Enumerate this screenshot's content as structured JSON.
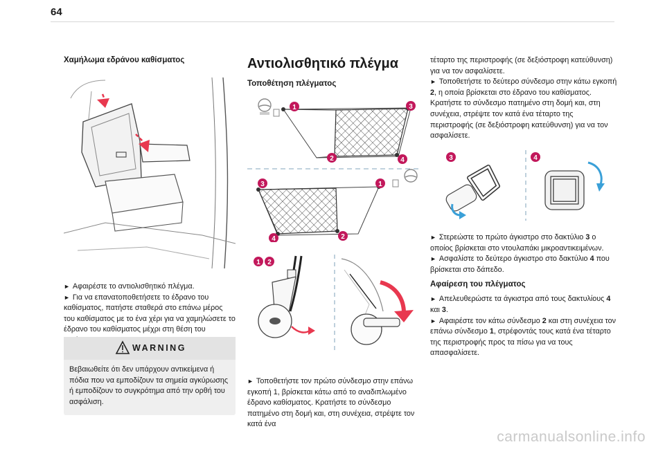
{
  "page": {
    "number": "64"
  },
  "col1": {
    "heading": "Χαμήλωμα εδράνου καθίσματος",
    "line1": "Αφαιρέστε το αντιολισθητικό πλέγμα.",
    "line2": "Για να επανατοποθετήσετε το έδρανο του καθίσματος, πατήστε σταθερά στο επάνω μέρος του καθίσματος με το ένα χέρι για να χαμηλώσετε το έδρανο του καθίσματος μέχρι στη θέση του καθίσματος.",
    "warning_title": "WARNING",
    "warning_text": "Βεβαιωθείτε ότι δεν υπάρχουν αντικείμενα ή πόδια που να εμποδίζουν τα σημεία αγκύρωσης ή εμποδίζουν το συγκρότημα από την ορθή του ασφάλιση."
  },
  "col2": {
    "title": "Αντιολισθητικό πλέγμα",
    "subheading": "Τοποθέτηση πλέγματος",
    "instruction": "Τοποθετήστε τον πρώτο σύνδεσμο στην επάνω εγκοπή 1, βρίσκεται κάτω από το αναδιπλωμένο έδρανο καθίσματος. Κρατήστε το σύνδεσμο πατημένο στη δομή και, στη συνέχεια, στρέψτε τον κατά ένα"
  },
  "col3": {
    "cont1": "τέταρτο της περιστροφής (σε δεξιόστροφη κατεύθυνση) για να τον ασφαλίσετε.",
    "step2_pre": "Τοποθετήστε το δεύτερο σύνδεσμο στην κάτω εγκοπή ",
    "step2_num": "2",
    "step2_post": ", η οποία βρίσκεται στο έδρανο του καθίσματος. Κρατήστε το σύνδεσμο πατημένο στη δομή και, στη συνέχεια, στρέψτε τον κατά ένα τέταρτο της περιστροφής (σε δεξιόστροφη κατεύθυνση) για να τον ασφαλίσετε.",
    "hook3_pre": "Στερεώστε το πρώτο άγκιστρο στο δακτύλιο ",
    "hook3_num": "3",
    "hook3_post": " ο οποίος βρίσκεται στο ντουλαπάκι μικροαντικειμένων.",
    "hook4_pre": "Ασφαλίστε το δεύτερο άγκιστρο στο δακτύλιο ",
    "hook4_num": "4",
    "hook4_post": " που βρίσκεται στο δάπεδο.",
    "removal_heading": "Αφαίρεση του πλέγματος",
    "rel_pre": "Απελευθερώστε τα άγκιστρα από τους δακτυλίους ",
    "rel_num_a": "4",
    "rel_mid": " και ",
    "rel_num_b": "3",
    "rel_post": ".",
    "unhook_pre": "Αφαιρέστε τον κάτω σύνδεσμο ",
    "unhook_num_a": "2",
    "unhook_mid": " και στη συνέχεια τον επάνω σύνδεσμο ",
    "unhook_num_b": "1",
    "unhook_post": ", στρέφοντάς τους κατά ένα τέταρτο της περιστροφής προς τα πίσω για να τους απασφαλίσετε."
  },
  "callouts": {
    "c1": "1",
    "c2": "2",
    "c3": "3",
    "c4": "4"
  },
  "bullet_symbol": "►",
  "watermark": "carmanualsonline.info",
  "colors": {
    "accent": "#c2185b",
    "arrow": "#e8384f",
    "net": "#3a3a3a"
  }
}
